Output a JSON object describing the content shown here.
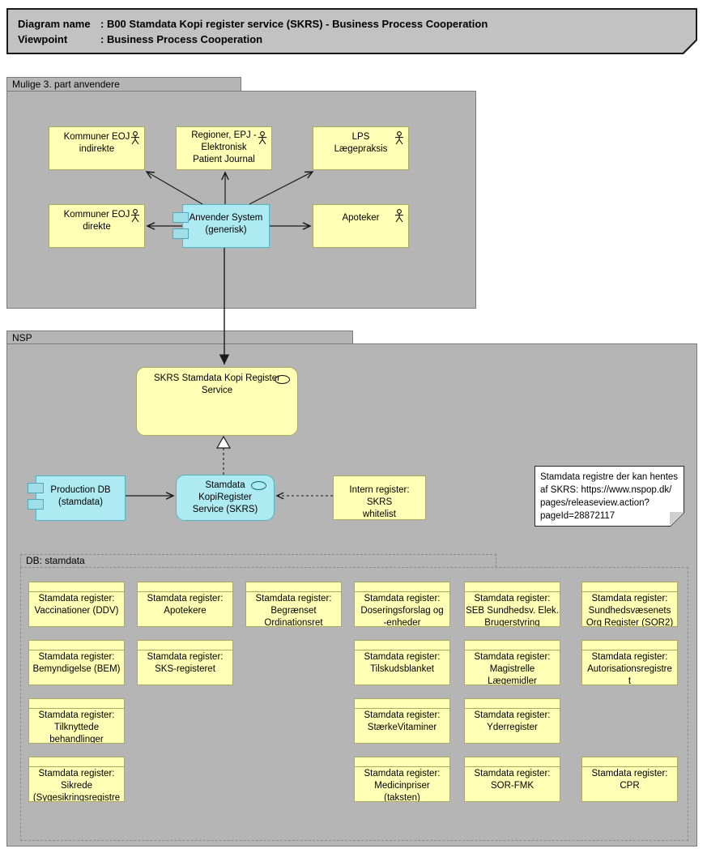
{
  "title": {
    "rows": [
      {
        "label": "Diagram name",
        "value": ": B00 Stamdata Kopi register service (SKRS) - Business Process Cooperation"
      },
      {
        "label": "Viewpoint",
        "value": ": Business Process Cooperation"
      }
    ]
  },
  "groups": {
    "mulige": "Mulige 3. part anvendere",
    "nsp": "NSP",
    "db": "DB: stamdata"
  },
  "nodes": {
    "kommuner_eoj_indirekte": "Kommuner EOJ\nindirekte",
    "regioner_epj": "Regioner, EPJ -\nElektronisk\nPatient Journal",
    "lps": "LPS\nLægepraksis",
    "kommuner_eoj_direkte": "Kommuner EOJ\ndirekte",
    "anvender_system": "Anvender System\n(generisk)",
    "apoteker": "Apoteker",
    "skrs_service": "SKRS Stamdata Kopi Register\nService",
    "production_db": "Production DB\n(stamdata)",
    "kopiregister": "Stamdata\nKopiRegister\nService (SKRS)",
    "intern_register": "Intern register: SKRS\nwhitelist",
    "note": "Stamdata registre der kan hentes\naf SKRS: https://www.nspop.dk/\npages/releaseview.action?\npageId=28872117"
  },
  "registers": [
    {
      "label": "Stamdata register:\nVaccinationer (DDV)"
    },
    {
      "label": "Stamdata register:\nApotekere"
    },
    {
      "label": "Stamdata register:\nBegrænset\nOrdinationsret"
    },
    {
      "label": "Stamdata register:\nDoseringsforslag og\n-enheder"
    },
    {
      "label": "Stamdata register:\nSEB Sundhedsv. Elek.\nBrugerstyring"
    },
    {
      "label": "Stamdata register:\nSundhedsvæsenets\nOrg Register (SOR2)"
    },
    {
      "label": "Stamdata register:\nBemyndigelse (BEM)"
    },
    {
      "label": "Stamdata register:\nSKS-registeret"
    },
    {
      "label": "Stamdata register:\nTilskudsblanket"
    },
    {
      "label": "Stamdata register:\nMagistrelle\nLægemidler"
    },
    {
      "label": "Stamdata register:\nAutorisationsregistre\nt"
    },
    {
      "label": "Stamdata register:\nTilknyttede\nbehandlinger"
    },
    {
      "label": "Stamdata register:\nStærkeVitaminer"
    },
    {
      "label": "Stamdata register:\nYderregister"
    },
    {
      "label": "Stamdata register:\nSikrede\n(Sygesikringsregistre"
    },
    {
      "label": "Stamdata register:\nMedicinpriser\n(taksten)"
    },
    {
      "label": "Stamdata register:\nSOR-FMK"
    },
    {
      "label": "Stamdata register:\nCPR"
    }
  ],
  "icons": {
    "actor_icon": "stick-figure",
    "service_icon": "rounded-oval",
    "component_icon": "two-side-tabs"
  },
  "colors": {
    "group_fill": "#b5b5b5",
    "node_yellow": "#ffffb5",
    "node_cyan": "#aeeaf2",
    "title_fill": "#c2c2c2",
    "note_fill": "#ffffff",
    "line": "#1a1a1a"
  }
}
